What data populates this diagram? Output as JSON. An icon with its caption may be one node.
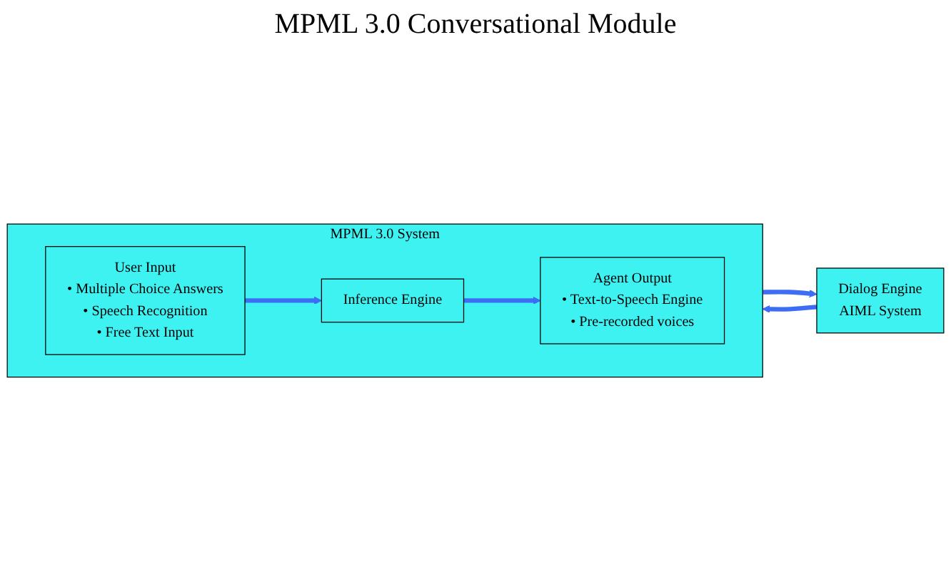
{
  "diagram": {
    "title": "MPML 3.0 Conversational Module",
    "nodes": [
      {
        "text": [
          "MPML 3.0 System"
        ]
      },
      {
        "text": [
          "User Input",
          "• Multiple Choice Answers",
          "• Speech Recognition",
          "• Free Text Input"
        ],
        "in": 0
      },
      {
        "text": [
          "Agent Output",
          "• Text-to-Speech Engine",
          "• Pre-recorded voices"
        ],
        "in": 0
      },
      {
        "text": [
          "Inference Engine"
        ],
        "in": 0
      },
      {
        "text": [
          "Dialog Engine",
          "AIML System"
        ]
      }
    ],
    "edges": [
      {
        "from": 1,
        "to": 3,
        "arrow": "to"
      },
      {
        "from": 3,
        "to": 2,
        "arrow": "to"
      },
      {
        "from": 0,
        "to": 4,
        "arrow": "to"
      },
      {
        "from": 4,
        "to": 0,
        "arrow": "to"
      }
    ]
  }
}
